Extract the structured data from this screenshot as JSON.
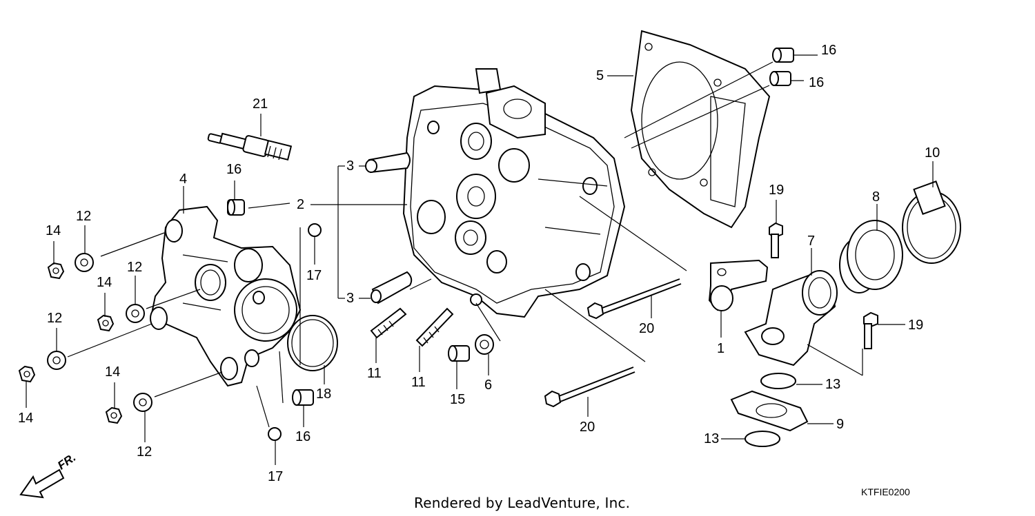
{
  "callouts": [
    {
      "id": "c21",
      "label": "21"
    },
    {
      "id": "c16a",
      "label": "16"
    },
    {
      "id": "c4",
      "label": "4"
    },
    {
      "id": "c12a",
      "label": "12"
    },
    {
      "id": "c14a",
      "label": "14"
    },
    {
      "id": "c12b",
      "label": "12"
    },
    {
      "id": "c14b",
      "label": "14"
    },
    {
      "id": "c12c",
      "label": "12"
    },
    {
      "id": "c14c",
      "label": "14"
    },
    {
      "id": "c14d",
      "label": "14"
    },
    {
      "id": "c12d",
      "label": "12"
    },
    {
      "id": "c17a",
      "label": "17"
    },
    {
      "id": "c18",
      "label": "18"
    },
    {
      "id": "c16b",
      "label": "16"
    },
    {
      "id": "c17b",
      "label": "17"
    },
    {
      "id": "c3a",
      "label": "3"
    },
    {
      "id": "c2",
      "label": "2"
    },
    {
      "id": "c3b",
      "label": "3"
    },
    {
      "id": "c11a",
      "label": "11"
    },
    {
      "id": "c11b",
      "label": "11"
    },
    {
      "id": "c15",
      "label": "15"
    },
    {
      "id": "c6",
      "label": "6"
    },
    {
      "id": "c5",
      "label": "5"
    },
    {
      "id": "c16c",
      "label": "16"
    },
    {
      "id": "c16d",
      "label": "16"
    },
    {
      "id": "c20a",
      "label": "20"
    },
    {
      "id": "c20b",
      "label": "20"
    },
    {
      "id": "c19a",
      "label": "19"
    },
    {
      "id": "c19b",
      "label": "19"
    },
    {
      "id": "c1",
      "label": "1"
    },
    {
      "id": "c7",
      "label": "7"
    },
    {
      "id": "c8",
      "label": "8"
    },
    {
      "id": "c10",
      "label": "10"
    },
    {
      "id": "c13a",
      "label": "13"
    },
    {
      "id": "c13b",
      "label": "13"
    },
    {
      "id": "c9",
      "label": "9"
    }
  ],
  "front_marker": "FR.",
  "footer": "Rendered by LeadVenture, Inc.",
  "diagram_code": "KTFIE0200"
}
